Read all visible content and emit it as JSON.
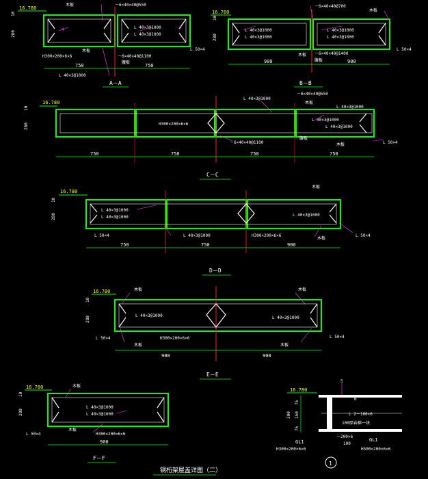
{
  "colors": {
    "background": "#000000",
    "steel": "#00ff00",
    "white": "#ffffff",
    "dimension": "#00ff00",
    "axis": "#ff2020",
    "leader": "#ff40ff",
    "label": "#ffffff",
    "elev": "#ffff00",
    "title": "#ffffff"
  },
  "drawing_title": "钢桁架屋盖详图（二）",
  "detail_number": "1",
  "common": {
    "elevation": "16.780",
    "plate_label": "木板",
    "web_label": "腹板",
    "angle_1000": "L 40×3@1000",
    "angle_50": "L 50×4",
    "dim_10": "10",
    "dim_280": "280",
    "dim_750": "750",
    "dim_900": "900"
  },
  "sections": {
    "AA": {
      "caption": "A－A",
      "plate_top": "－6×40×40@550",
      "plate_bottom": "－6×40×40@1100",
      "beam": "H300×200×6×6",
      "callout_a": "4",
      "callout_b": "4"
    },
    "BB": {
      "caption": "B－B",
      "plate_top": "－6×40×40@700",
      "plate_bottom": "－6×40×40@1400"
    },
    "CC": {
      "caption": "C－C",
      "plate_top": "－6×40×40@550",
      "plate_bottom": "－6×40×40@1100",
      "beam": "H300×200×6×6"
    },
    "DD": {
      "caption": "D－D",
      "beam": "H300×200×6×6"
    },
    "EE": {
      "caption": "E－E",
      "beam": "H300×200×6×6"
    },
    "FF": {
      "caption": "F－F",
      "beam": "H300×200×6×6"
    },
    "detail": {
      "elevation": "16.780",
      "weld_size": "5",
      "weld_6": "6",
      "stiffener": "L 2－100×6",
      "note": "100厚岩棉一块",
      "dim_75": "75",
      "dim_150": "150",
      "dim_300": "300",
      "gl_left": "GL1",
      "gl_left_beam": "H300×200×6×6",
      "plate_200": "－200×6",
      "dim_100": "100",
      "gl_right": "GL1",
      "gl_right_beam": "H500×200×6×6"
    }
  }
}
